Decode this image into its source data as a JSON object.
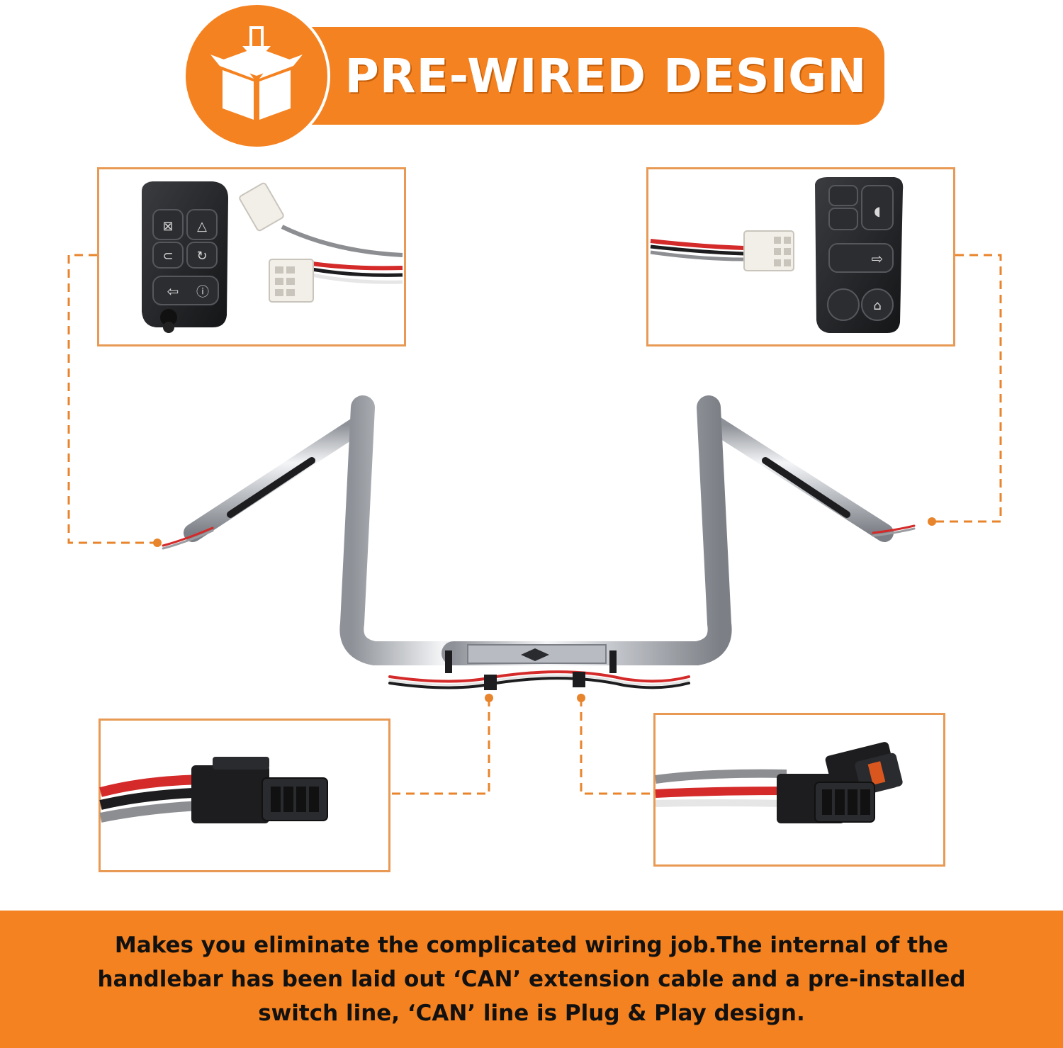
{
  "header": {
    "title": "PRE-WIRED DESIGN",
    "icon": "package-download-icon"
  },
  "footer": {
    "description": "Makes you eliminate the complicated wiring job.The internal of the handlebar has been laid out ‘CAN’ extension cable and a pre-installed switch line, ‘CAN’ line is Plug & Play design."
  },
  "colors": {
    "accent": "#f58220",
    "border": "#e89a55",
    "chrome": "#c9ccd1",
    "switch_body": "#1e1f22"
  },
  "insets": [
    {
      "name": "left-switch-housing",
      "icon": "switch-housing-icon"
    },
    {
      "name": "right-switch-housing",
      "icon": "switch-housing-icon"
    },
    {
      "name": "left-can-connector",
      "icon": "connector-icon"
    },
    {
      "name": "right-can-connector",
      "icon": "connector-icon"
    }
  ]
}
